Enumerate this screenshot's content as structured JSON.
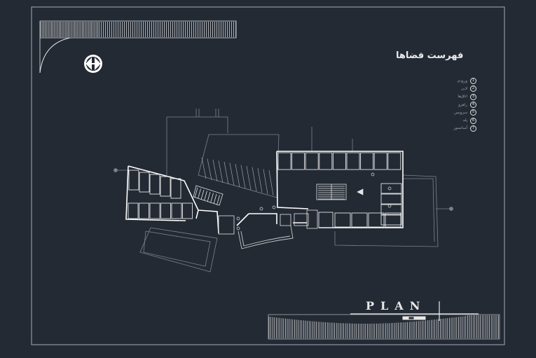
{
  "drawing": {
    "plan_title": "PLAN",
    "legend_title": "فهرست فضاها",
    "legend_items": [
      {
        "num": "1",
        "label": "ورودی"
      },
      {
        "num": "2",
        "label": "لابی"
      },
      {
        "num": "3",
        "label": "اتاق‌ها"
      },
      {
        "num": "4",
        "label": "راهرو"
      },
      {
        "num": "5",
        "label": "سرویس"
      },
      {
        "num": "6",
        "label": "پله"
      },
      {
        "num": "7",
        "label": "آسانسور"
      }
    ],
    "colors": {
      "background": "#232a34",
      "frame": "#a6acb5",
      "walls": "#ffffff",
      "faint_lines": "#7c838d"
    }
  }
}
